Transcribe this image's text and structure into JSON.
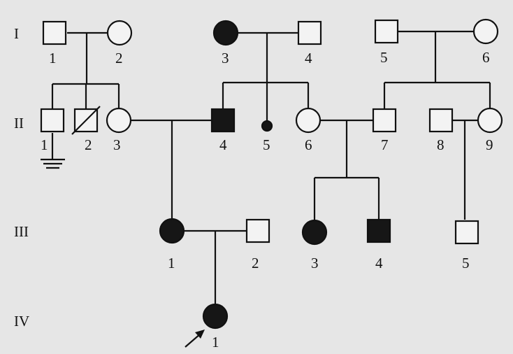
{
  "pedigree": {
    "generations": [
      {
        "label": "I"
      },
      {
        "label": "II"
      },
      {
        "label": "III"
      },
      {
        "label": "IV"
      }
    ],
    "individuals": [
      {
        "id": "I-1",
        "gen": "I",
        "number": "1",
        "sex": "male",
        "affected": false
      },
      {
        "id": "I-2",
        "gen": "I",
        "number": "2",
        "sex": "female",
        "affected": false
      },
      {
        "id": "I-3",
        "gen": "I",
        "number": "3",
        "sex": "female",
        "affected": true
      },
      {
        "id": "I-4",
        "gen": "I",
        "number": "4",
        "sex": "male",
        "affected": false
      },
      {
        "id": "I-5",
        "gen": "I",
        "number": "5",
        "sex": "male",
        "affected": false
      },
      {
        "id": "I-6",
        "gen": "I",
        "number": "6",
        "sex": "female",
        "affected": false
      },
      {
        "id": "II-1",
        "gen": "II",
        "number": "1",
        "sex": "male",
        "affected": false,
        "no_offspring": true
      },
      {
        "id": "II-2",
        "gen": "II",
        "number": "2",
        "sex": "male",
        "affected": false,
        "deceased": true
      },
      {
        "id": "II-3",
        "gen": "II",
        "number": "3",
        "sex": "female",
        "affected": false
      },
      {
        "id": "II-4",
        "gen": "II",
        "number": "4",
        "sex": "male",
        "affected": true
      },
      {
        "id": "II-5",
        "gen": "II",
        "number": "5",
        "sex": "unknown",
        "affected": true,
        "miscarriage": true
      },
      {
        "id": "II-6",
        "gen": "II",
        "number": "6",
        "sex": "female",
        "affected": false
      },
      {
        "id": "II-7",
        "gen": "II",
        "number": "7",
        "sex": "male",
        "affected": false
      },
      {
        "id": "II-8",
        "gen": "II",
        "number": "8",
        "sex": "male",
        "affected": false
      },
      {
        "id": "II-9",
        "gen": "II",
        "number": "9",
        "sex": "female",
        "affected": false
      },
      {
        "id": "III-1",
        "gen": "III",
        "number": "1",
        "sex": "female",
        "affected": true
      },
      {
        "id": "III-2",
        "gen": "III",
        "number": "2",
        "sex": "male",
        "affected": false
      },
      {
        "id": "III-3",
        "gen": "III",
        "number": "3",
        "sex": "female",
        "affected": true
      },
      {
        "id": "III-4",
        "gen": "III",
        "number": "4",
        "sex": "male",
        "affected": true
      },
      {
        "id": "III-5",
        "gen": "III",
        "number": "5",
        "sex": "male",
        "affected": false
      },
      {
        "id": "IV-1",
        "gen": "IV",
        "number": "1",
        "sex": "female",
        "affected": true,
        "proband": true
      }
    ]
  },
  "colors": {
    "affected": "#161616",
    "unaffected": "#f3f3f3",
    "line": "#111111",
    "background": "#e6e6e6"
  }
}
